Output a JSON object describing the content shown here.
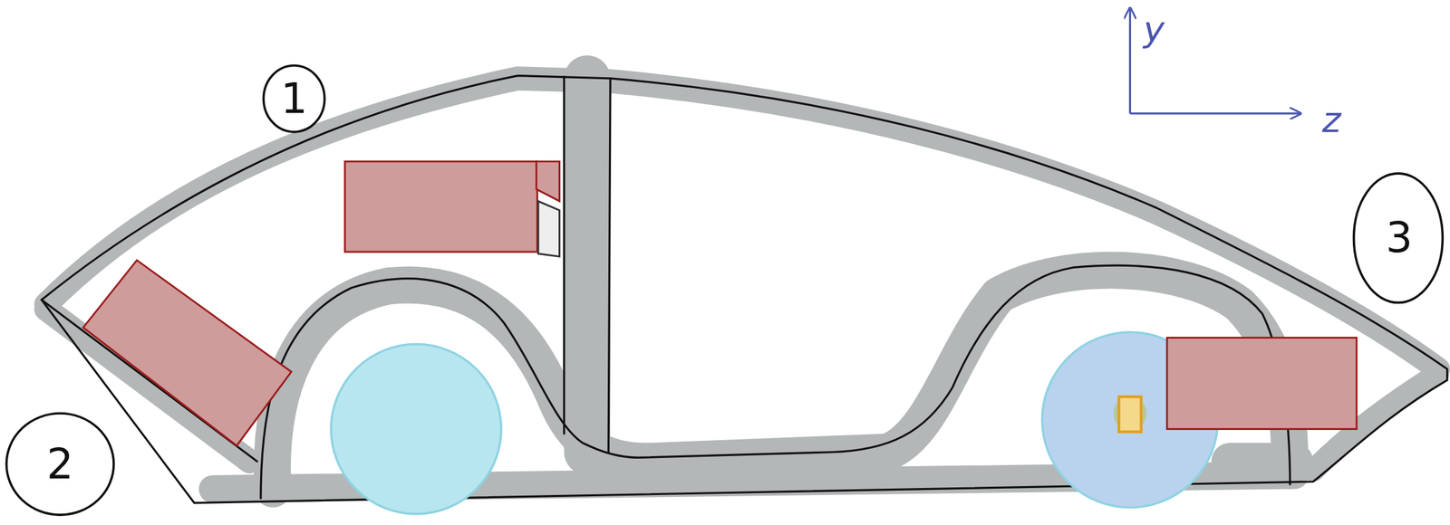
{
  "diagram": {
    "labels": [
      "1",
      "2",
      "3",
      "y",
      "z"
    ]
  }
}
